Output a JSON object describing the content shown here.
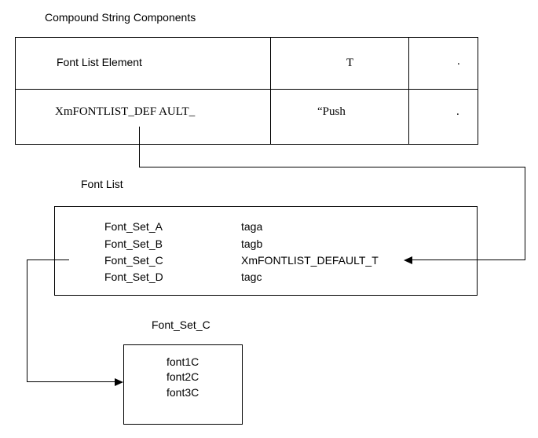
{
  "colors": {
    "background": "#ffffff",
    "ink": "#000000"
  },
  "title": "Compound String Components",
  "table": {
    "rows": [
      {
        "component": "Font List Element",
        "tag": "T",
        "extra": "."
      },
      {
        "component": "XmFONTLIST_DEF AULT_",
        "tag": "“Push",
        "extra": "."
      }
    ]
  },
  "font_list": {
    "label": "Font List",
    "entries": [
      {
        "name": "Font_Set_A",
        "tag": "taga"
      },
      {
        "name": "Font_Set_B",
        "tag": "tagb"
      },
      {
        "name": "Font_Set_C",
        "tag": "XmFONTLIST_DEFAULT_T"
      },
      {
        "name": "Font_Set_D",
        "tag": "tagc"
      }
    ]
  },
  "font_set_c": {
    "label": "Font_Set_C",
    "fonts": [
      "font1C",
      "font2C",
      "font3C"
    ]
  },
  "icons": {
    "left_arrowhead": "◀",
    "right_arrowhead": "▶"
  }
}
